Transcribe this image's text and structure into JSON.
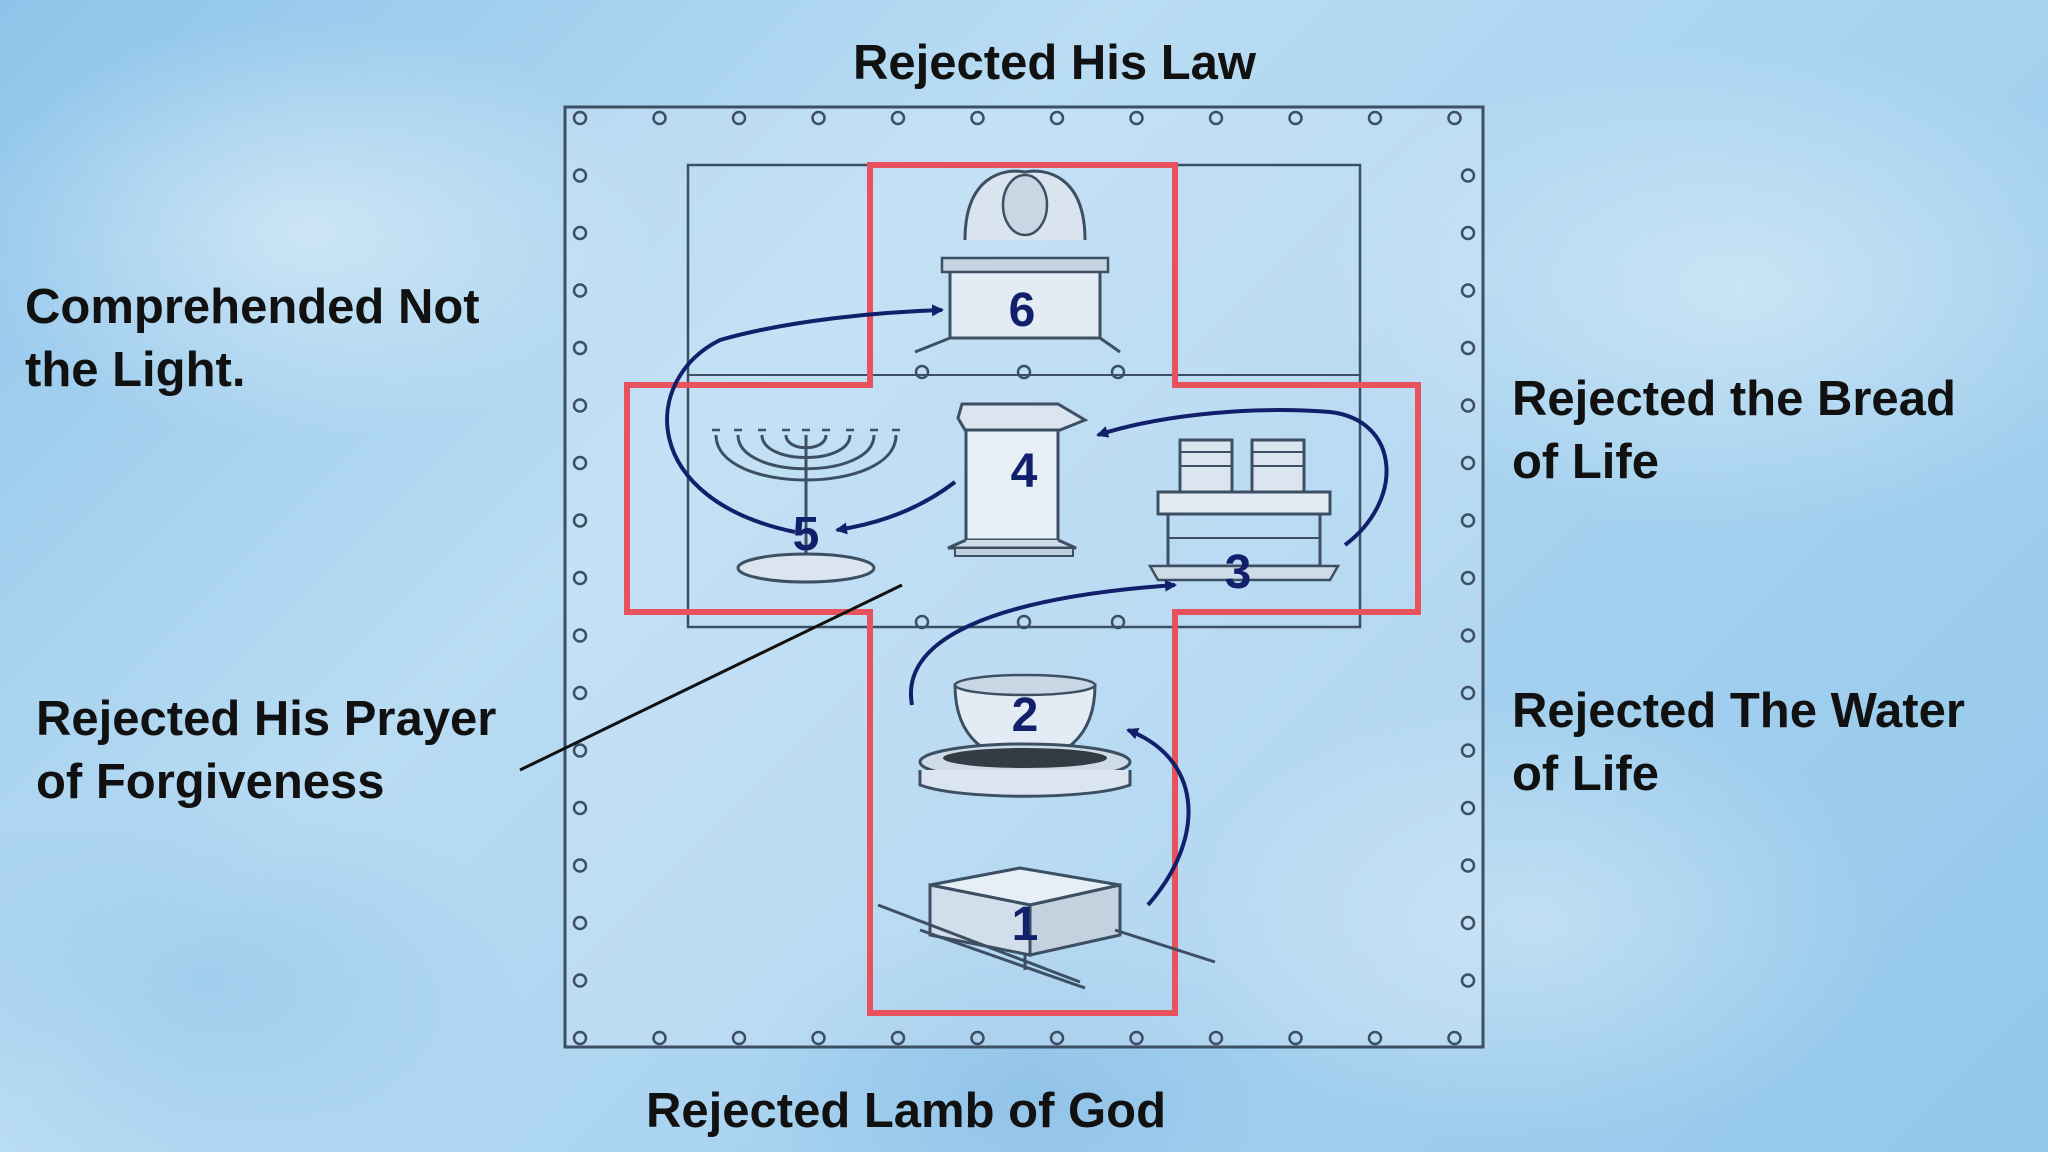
{
  "labels": {
    "top": "Rejected His Law",
    "left_top": "Comprehended Not\nthe Light.",
    "left_bottom": "Rejected His Prayer\nof Forgiveness",
    "right_top": "Rejected the Bread\n  of Life",
    "right_bottom": "Rejected The Water\nof Life",
    "bottom": "Rejected Lamb of God"
  },
  "stations": {
    "s1": "1",
    "s2": "2",
    "s3": "3",
    "s4": "4",
    "s5": "5",
    "s6": "6"
  },
  "colors": {
    "cross_outline": "#e8525c",
    "tent_frame": "#3d4f63",
    "arrow": "#12206b",
    "text": "#111111"
  }
}
